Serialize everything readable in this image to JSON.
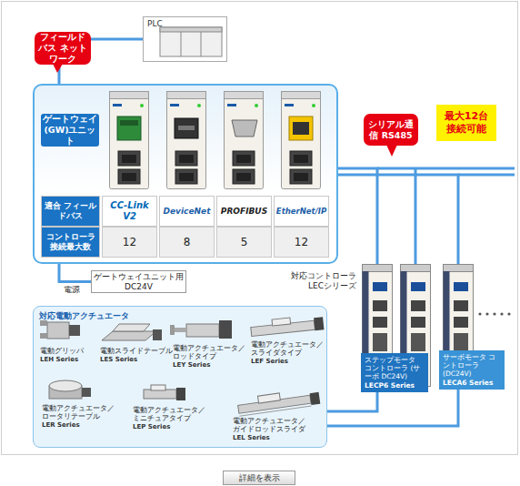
{
  "diagram": {
    "nodes": [
      {
        "text": [
          "フィールドバス ネットワーク"
        ]
      },
      {
        "text": [
          "PLC"
        ]
      },
      {
        "text": [
          "ゲートウェイ (GW)ユニット"
        ]
      },
      {
        "text": [
          "シリアル通信 RS485"
        ]
      },
      {
        "text": [
          "最大12台 接続可能"
        ]
      },
      {
        "text": [
          "ゲートウェイユニット用 DC24V"
        ]
      },
      {
        "text": [
          "ステップモータ コントローラ (サーボ DC24V)",
          "LECP6 Series"
        ]
      },
      {
        "text": [
          "サーボモータ コントローラ (DC24V)",
          "LECA6 Series"
        ]
      },
      {
        "text": [
          "対応電動アクチュエータ"
        ]
      },
      {
        "text": [
          "詳細を表示"
        ]
      }
    ],
    "edges": [
      {
        "from": 1,
        "to": 2,
        "arrow": "none"
      },
      {
        "from": 5,
        "to": 2,
        "arrow": "none"
      },
      {
        "from": 2,
        "to": 6,
        "arrow": "none"
      },
      {
        "from": 2,
        "to": 7,
        "arrow": "none"
      },
      {
        "from": 6,
        "to": 8,
        "arrow": "none"
      },
      {
        "from": 7,
        "to": 8,
        "arrow": "none"
      }
    ],
    "labels": [
      "CC-Link V2",
      "DeviceNet",
      "PROFIBUS",
      "EtherNet/IP",
      "適合 フィールドバス",
      "コントローラ 接続最大数",
      "12",
      "8",
      "5",
      "12",
      "電源",
      "対応コントローラ LECシリーズ",
      "電動グリッパ",
      "LEH Series",
      "電動スライドテーブル",
      "LES Series",
      "電動アクチュエータ／ ロッドタイプ",
      "LEY Series",
      "電動アクチュエータ／ スライダタイプ",
      "LEF Series",
      "電動アクチュエータ／ ロータリテーブル",
      "LER Series",
      "電動アクチュエータ／ ミニチュアタイプ",
      "LEP Series",
      "電動アクチュエータ／ ガイドロッドスライダ",
      "LEL Series"
    ]
  }
}
